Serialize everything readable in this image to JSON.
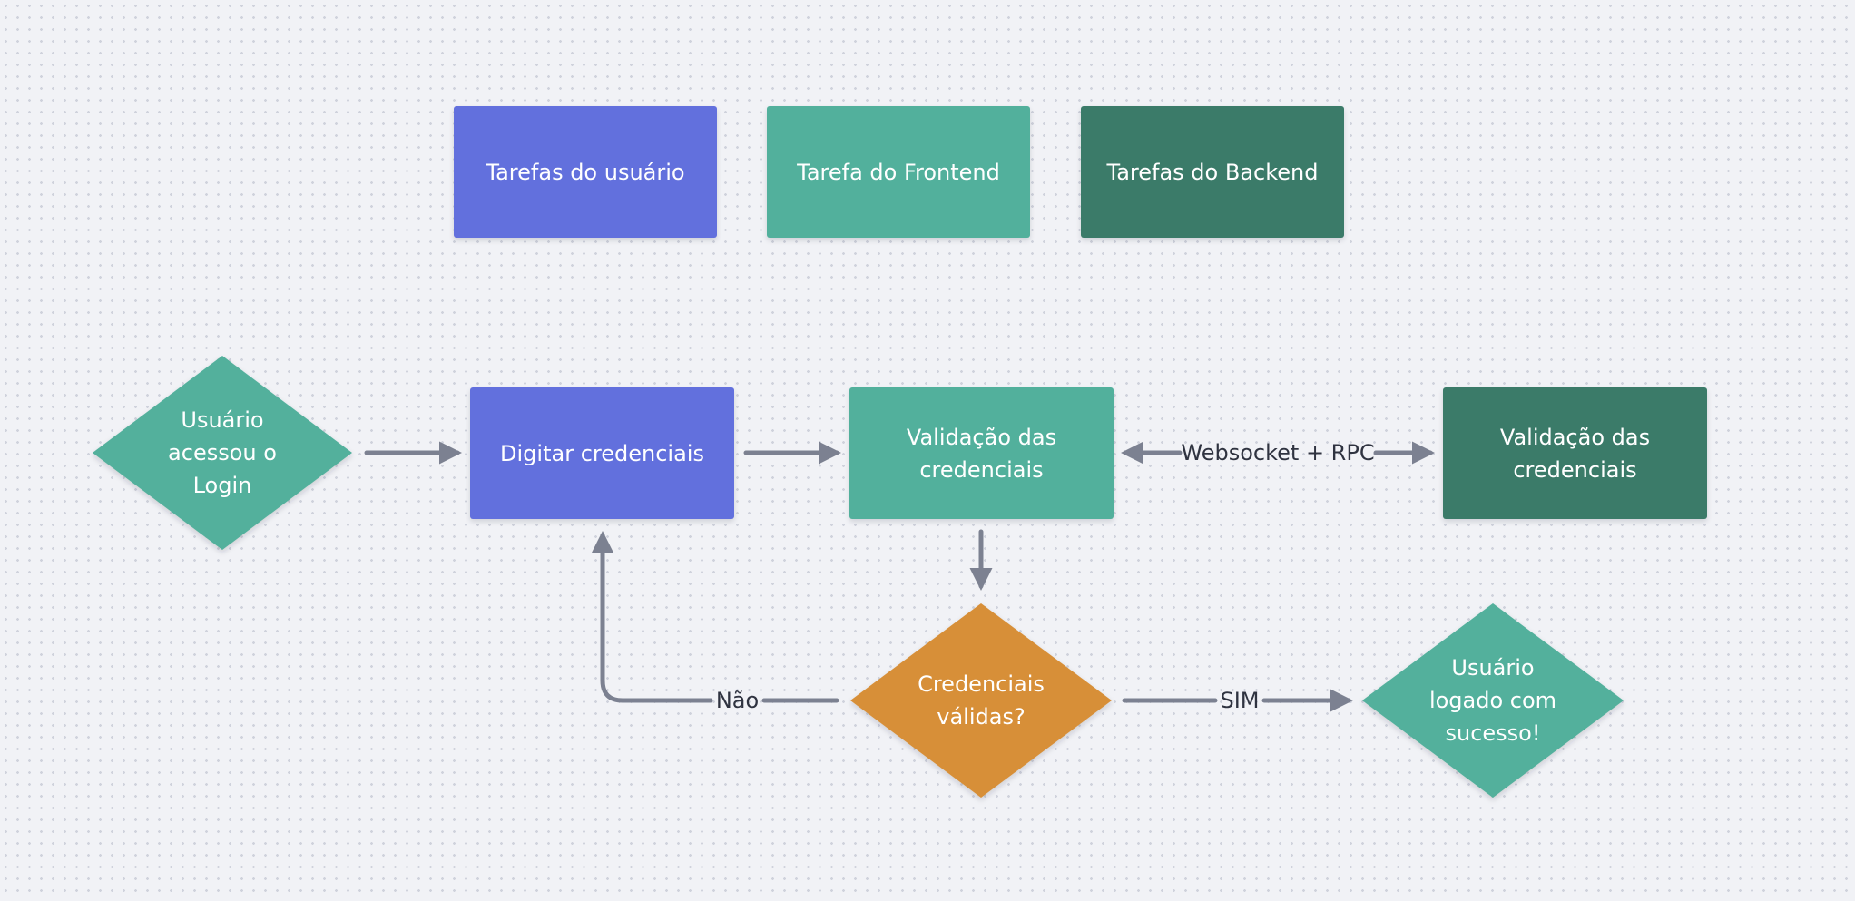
{
  "colors": {
    "user": "#6270dd",
    "frontend": "#52b09c",
    "backend": "#3b7b69",
    "decision": "#d78f38",
    "arrow": "#7c8191"
  },
  "legend": {
    "user_label": "Tarefas do usuário",
    "frontend_label": "Tarefa do Frontend",
    "backend_label": "Tarefas do Backend"
  },
  "nodes": {
    "start": "Usuário\nacessou o\nLogin",
    "input_credentials": "Digitar credenciais",
    "frontend_validation": "Validação das\ncredenciais",
    "backend_validation": "Validação das\ncredenciais",
    "decision": "Credenciais\nválidas?",
    "success": "Usuário\nlogado com\nsucesso!"
  },
  "edges": {
    "websocket_label": "Websocket + RPC",
    "no_label": "Não",
    "yes_label": "SIM"
  }
}
